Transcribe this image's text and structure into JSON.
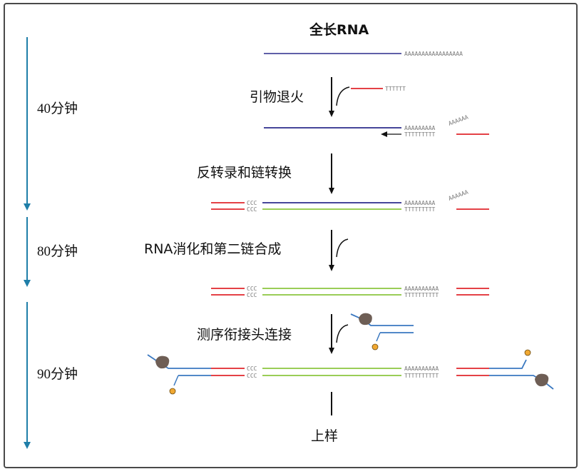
{
  "title": "全长RNA",
  "time_labels": [
    "40分钟",
    "80分钟",
    "90分钟"
  ],
  "steps": [
    "引物退火",
    "反转录和链转换",
    "RNA消化和第二链合成",
    "测序衔接头连接"
  ],
  "final_step": "上样",
  "sequences": {
    "polyA_long": "AAAAAAAAAAAAAAAAA",
    "polyT_short": "TTTTTT",
    "polyA": "AAAAAAAAA",
    "polyA_tail": "AAAAAA",
    "polyT": "TTTTTTTTT",
    "polyA_full": "AAAAAAAAAA",
    "polyT_full": "TTTTTTTTTT",
    "ccc": "CCC"
  },
  "colors": {
    "rna": "#2b2b8c",
    "primer": "#e0262b",
    "second_strand": "#8cc63f",
    "adapter": "#3a78c0",
    "timeline": "#1f7ea8",
    "motor_protein": "#6e5e55",
    "tether": "#f0a832"
  }
}
